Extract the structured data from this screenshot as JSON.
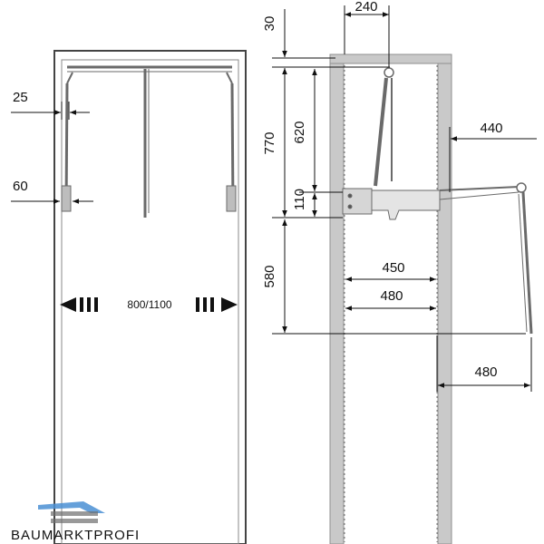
{
  "front_view": {
    "dim_top_offset": "25",
    "dim_side_offset": "60",
    "width_label": "800/1100"
  },
  "side_view": {
    "dim_arm_width": "240",
    "dim_top_gap": "30",
    "dim_total_height": "770",
    "dim_upper_height": "620",
    "dim_mount_height": "110",
    "dim_lower_height": "580",
    "dim_extension_top": "440",
    "dim_inner_depth": "450",
    "dim_cabinet_depth": "480",
    "dim_extension_bottom": "480"
  },
  "watermark": {
    "text": "BAUMARKTPROFI"
  },
  "colors": {
    "line": "#111111",
    "cabinet_wall": "#8f8f8f",
    "cabinet_wall_fill": "#c9c9c9",
    "mechanism": "#6a6a6a",
    "watermark_blue": "#4a8fd4",
    "watermark_gray": "#6d6d6d"
  }
}
